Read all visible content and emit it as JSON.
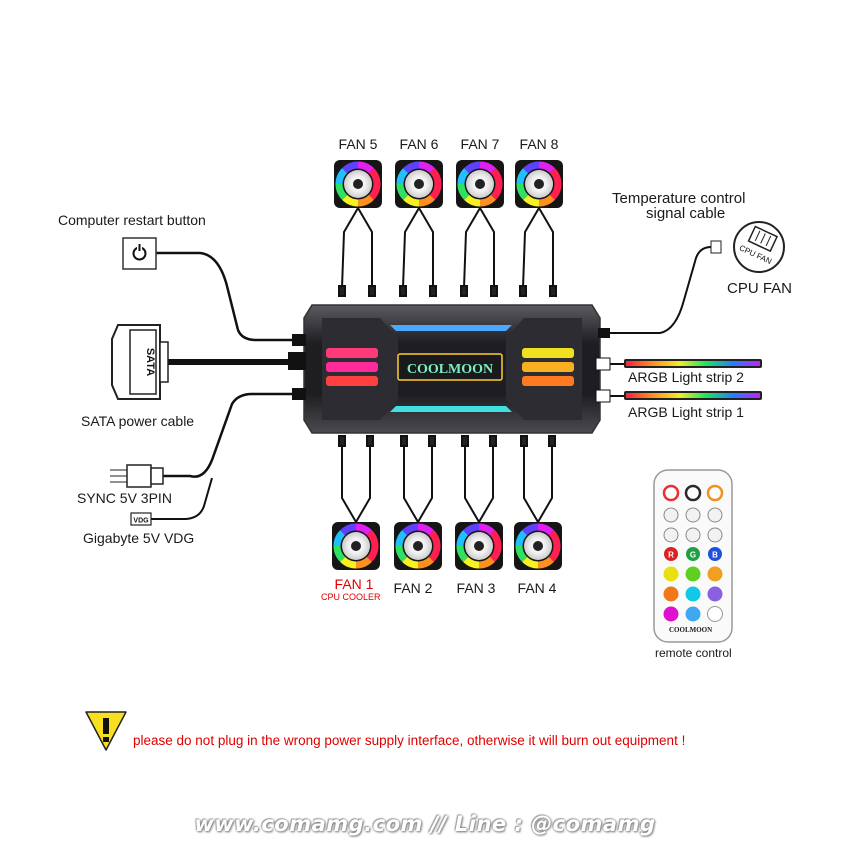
{
  "fans_top": [
    "FAN 5",
    "FAN 6",
    "FAN 7",
    "FAN 8"
  ],
  "fans_bottom": [
    "FAN 1",
    "FAN 2",
    "FAN 3",
    "FAN 4"
  ],
  "fan1_sublabel": "CPU COOLER",
  "hub_brand": "COOLMOON",
  "restart_label": "Computer restart button",
  "sata_connector_text": "SATA",
  "sata_label": "SATA power cable",
  "sync_label": "SYNC 5V 3PIN",
  "vdg_connector_text": "VDG",
  "vdg_label": "Gigabyte 5V VDG",
  "temp_label_line1": "Temperature control",
  "temp_label_line2": "signal cable",
  "cpu_fan_icon_text": "CPU FAN",
  "cpu_fan_label": "CPU FAN",
  "argb_strip_2": "ARGB Light strip 2",
  "argb_strip_1": "ARGB Light strip 1",
  "remote_brand": "COOLMOON",
  "remote_label": "remote control",
  "remote_rgb_buttons": [
    "R",
    "G",
    "B"
  ],
  "remote_color_swatches": [
    "#e8e010",
    "#60d020",
    "#f0a020",
    "#f07818",
    "#10c8e8",
    "#8860e0",
    "#e010d0",
    "#40a8f0",
    "#ffffff"
  ],
  "warning_text": "please do not plug in the wrong power supply interface, otherwise it will burn out equipment !",
  "watermark": "www.comamg.com // Line : @comamg",
  "colors": {
    "warning_red": "#e00000",
    "hub_body": "#2a2a2e",
    "cable": "#111111"
  }
}
